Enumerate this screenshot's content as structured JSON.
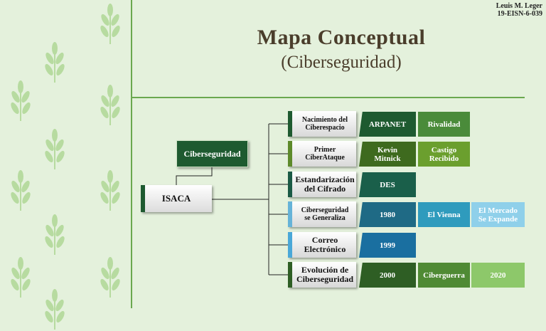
{
  "author": {
    "name": "Leuis M. Leger",
    "id": "19-EISN-6-039"
  },
  "title": {
    "main": "Mapa Conceptual",
    "sub": "(Ciberseguridad)"
  },
  "root": "Ciberseguridad",
  "org": "ISACA",
  "items": [
    {
      "label_l1": "Nacimiento del",
      "label_l2": "Ciberespacio",
      "accent": "#1e5a30",
      "cells": [
        {
          "text_l1": "ARPANET",
          "color": "#1e5a30"
        },
        {
          "text_l1": "Rivalidad",
          "color": "#4a8b3a"
        }
      ]
    },
    {
      "label_l1": "Primer",
      "label_l2": "CiberAtaque",
      "accent": "#5d8a2a",
      "cells": [
        {
          "text_l1": "Kevin",
          "text_l2": "Mitnick",
          "color": "#3e6a1e"
        },
        {
          "text_l1": "Castigo",
          "text_l2": "Recibido",
          "color": "#6b9f2e"
        }
      ]
    },
    {
      "label_l1": "Estandarización",
      "label_l2": "del Cifrado",
      "accent": "#1a5a45",
      "cells": [
        {
          "text_l1": "DES",
          "color": "#1a5f4a"
        }
      ]
    },
    {
      "label_l1": "Ciberseguridad",
      "label_l2": "se Generaliza",
      "accent": "#66b3d8",
      "cells": [
        {
          "text_l1": "1980",
          "color": "#1f6a85"
        },
        {
          "text_l1": "El Vienna",
          "color": "#2f9bbd"
        },
        {
          "text_l1": "El Mercado",
          "text_l2": "Se Expande",
          "color": "#8fd0ea"
        }
      ]
    },
    {
      "label_l1": "Correo",
      "label_l2": "Electrónico",
      "accent": "#4aa8d8",
      "cells": [
        {
          "text_l1": "1999",
          "color": "#1a6fa0"
        }
      ]
    },
    {
      "label_l1": "Evolución de",
      "label_l2": "Ciberseguridad",
      "accent": "#2e5e24",
      "cells": [
        {
          "text_l1": "2000",
          "color": "#2e5e24"
        },
        {
          "text_l1": "Ciberguerra",
          "color": "#4f8a34"
        },
        {
          "text_l1": "2020",
          "color": "#8dc86a"
        }
      ]
    }
  ]
}
